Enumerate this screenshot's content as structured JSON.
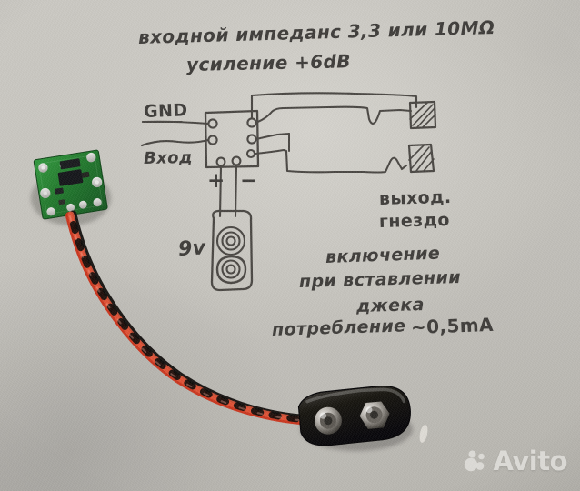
{
  "photo": {
    "kind": "photo-of-handwritten-circuit-sketch",
    "background_color": "#c7c5bf"
  },
  "notes": {
    "line1": "входной импеданс 3,3 или 10МΩ",
    "line2": "усиление +6dB",
    "gnd_label": "GND",
    "input_label": "Вход",
    "plus_label": "+",
    "minus_label": "−",
    "battery_label": "9v",
    "output_line1": "выход.",
    "output_line2": "гнездо",
    "switch_line1": "включение",
    "switch_line2": "при вставлении",
    "switch_line3": "джека",
    "current_label": "потребление",
    "current_value": "~0,5mA"
  },
  "objects": {
    "pcb": "green-amplifier-board",
    "wire_red": "#d6361d",
    "wire_black": "#15120f",
    "battery_clip": "9v-battery-snap-connector"
  },
  "watermark": {
    "text": "Avito",
    "color": "#f2f1ee"
  }
}
